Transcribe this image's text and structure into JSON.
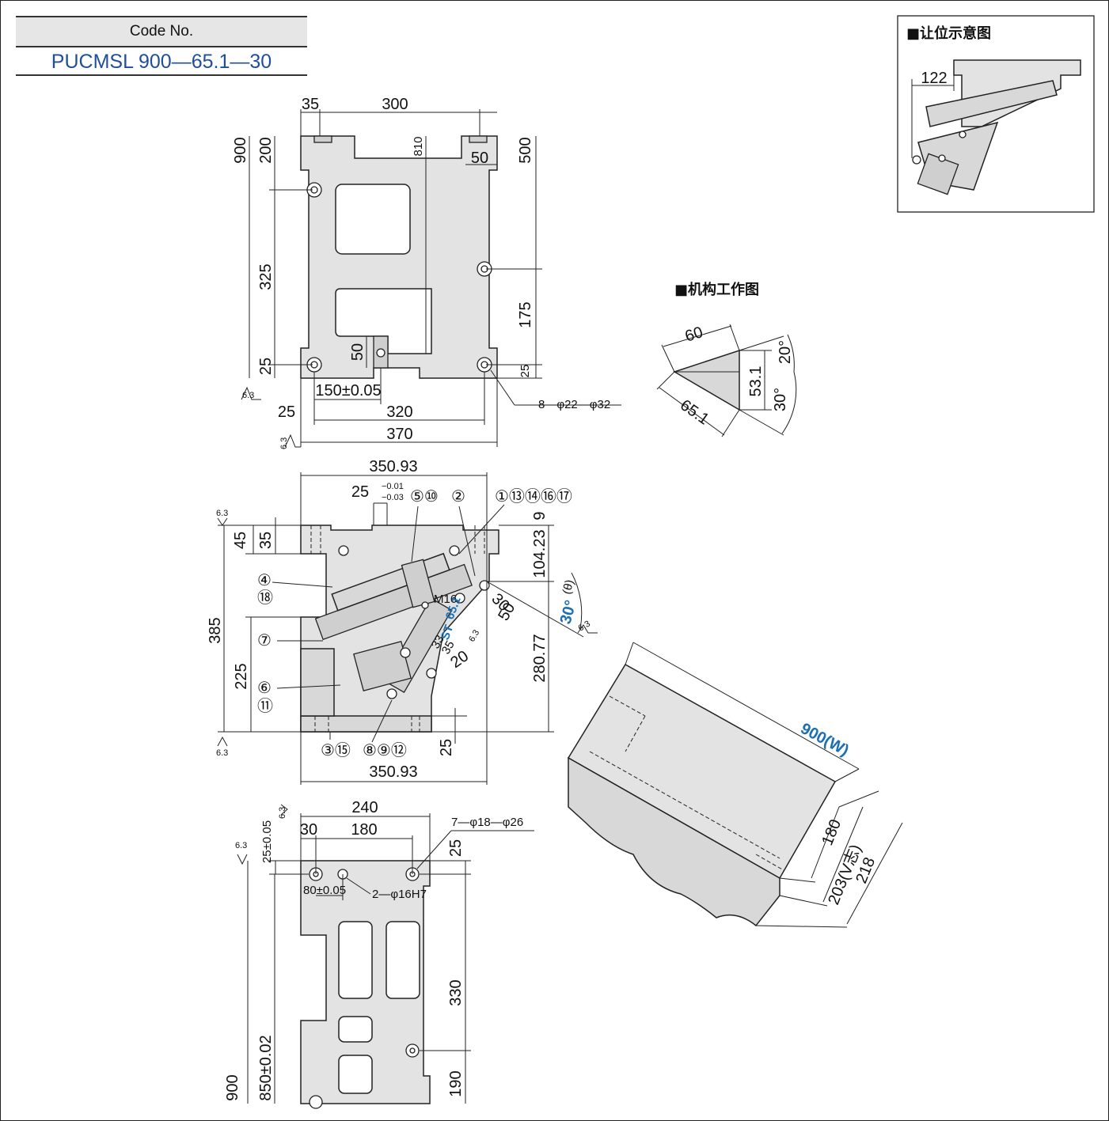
{
  "code": {
    "label": "Code No.",
    "value": "PUCMSL 900—65.1—30"
  },
  "headings": {
    "mechanism": "■机构工作图",
    "clearance": "■让位示意图"
  },
  "top_view": {
    "dims": {
      "d35": "35",
      "d300": "300",
      "d810": "810",
      "d50a": "50",
      "d500": "500",
      "d900": "900",
      "d200": "200",
      "d325": "325",
      "d175": "175",
      "d25a": "25",
      "d25b": "25",
      "d50b": "50",
      "d150": "150±0.05",
      "d25c": "25",
      "d320": "320",
      "d370": "370",
      "holes": "8—φ22—φ32",
      "rough1": "6.3",
      "rough2": "6.3"
    }
  },
  "side_view": {
    "dims": {
      "top": "350.93",
      "tol_base": "25",
      "tol_up": "−0.01",
      "tol_low": "−0.03",
      "d9": "9",
      "d104": "104.23",
      "d45": "45",
      "d35": "35",
      "d385": "385",
      "d225": "225",
      "d280": "280.77",
      "d25": "25",
      "bottom": "350.93",
      "d30": "30",
      "d50": "50",
      "d33": "33",
      "d35b": "35",
      "d20": "20",
      "m16": "M16",
      "rough1": "6.3",
      "rough2": "6.3",
      "rough3": "6.3",
      "rough4": "6.3"
    },
    "angle": "30°",
    "theta": "(θ)",
    "stroke_label": "65.1",
    "st_label": "ST",
    "callouts": {
      "c5_10": "⑤⑩",
      "c2": "②",
      "c1_17": "①⑬⑭⑯⑰",
      "c4": "④",
      "c18": "⑱",
      "c7": "⑦",
      "c6": "⑥",
      "c11": "⑪",
      "c3_15": "③⑮",
      "c8_12": "⑧⑨⑫"
    }
  },
  "bottom_view": {
    "dims": {
      "d240": "240",
      "d30": "30",
      "d180": "180",
      "holes": "7—φ18—φ26",
      "d25tol": "25±0.05",
      "d25": "25",
      "d80": "80±0.05",
      "pins": "2—φ16H7",
      "d330": "330",
      "d900": "900",
      "d850": "850±0.02",
      "d190": "190",
      "rough1": "6.3",
      "rough2": "6.3"
    }
  },
  "mechanism": {
    "d60": "60",
    "d65": "65.1",
    "d53": "53.1",
    "a20": "20°",
    "a30": "30°"
  },
  "clearance": {
    "d122": "122"
  },
  "iso_view": {
    "width": "900(W)",
    "d180": "180",
    "d203": "203(V志)",
    "d218": "218"
  }
}
